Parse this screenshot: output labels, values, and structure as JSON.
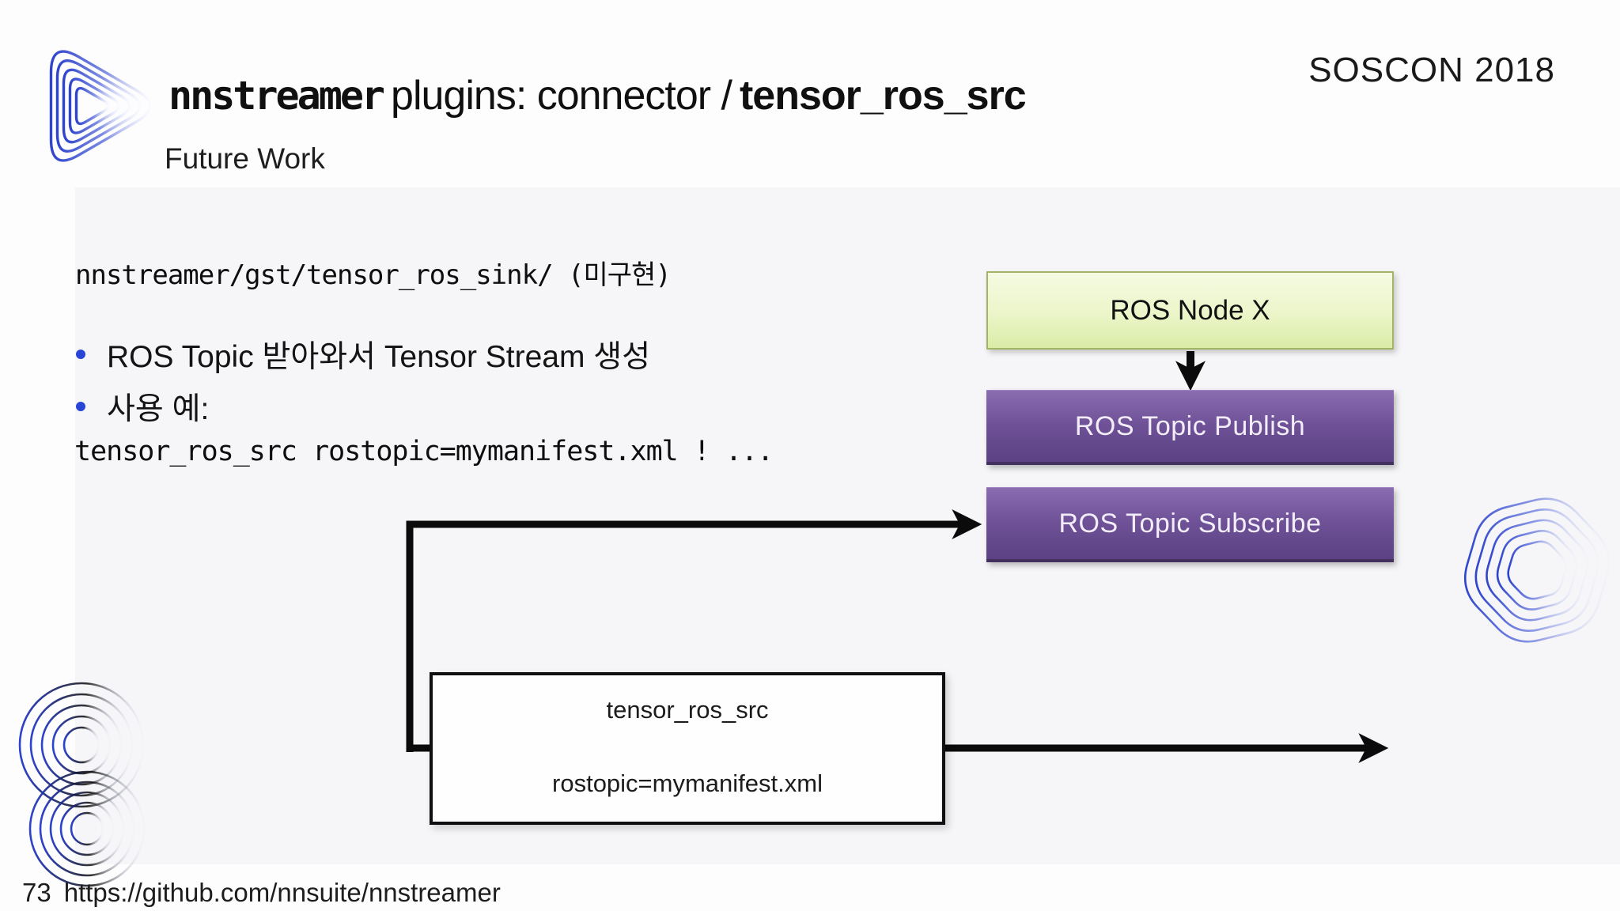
{
  "header": {
    "title_code": "nnstreamer",
    "title_middle": "plugins: connector /",
    "title_bold": "tensor_ros_src",
    "event": "SOSCON 2018",
    "subtitle": "Future Work"
  },
  "content": {
    "path_line": "nnstreamer/gst/tensor_ros_sink/ (미구현)",
    "bullets": [
      {
        "text": "ROS Topic 받아와서 Tensor Stream 생성"
      },
      {
        "text": "사용 예:"
      }
    ],
    "code_line": "tensor_ros_src rostopic=mymanifest.xml ! ..."
  },
  "diagram": {
    "ros_node": "ROS Node X",
    "publish": "ROS Topic Publish",
    "subscribe": "ROS Topic Subscribe",
    "src_element": {
      "line1": "tensor_ros_src",
      "line2": "rostopic=mymanifest.xml"
    }
  },
  "footer": {
    "page_number": "73",
    "url": "https://github.com/nnsuite/nnstreamer"
  },
  "colors": {
    "accent_bullet_blue": "#2945d6",
    "logo_blue": "#2e44cd",
    "green_box_top": "#f5fae2",
    "green_box_bottom": "#d9eca6",
    "green_box_border": "#a2b566",
    "purple_box_top": "#8a6cb1",
    "purple_box_bottom": "#5c4184",
    "arrow_black": "#0b0b0b"
  },
  "decorations": {
    "top_left": "play-triangle-logo-icon",
    "bottom_left": "spiral-rings-logo-icon",
    "bottom_right": "hexagon-rings-logo-icon"
  }
}
